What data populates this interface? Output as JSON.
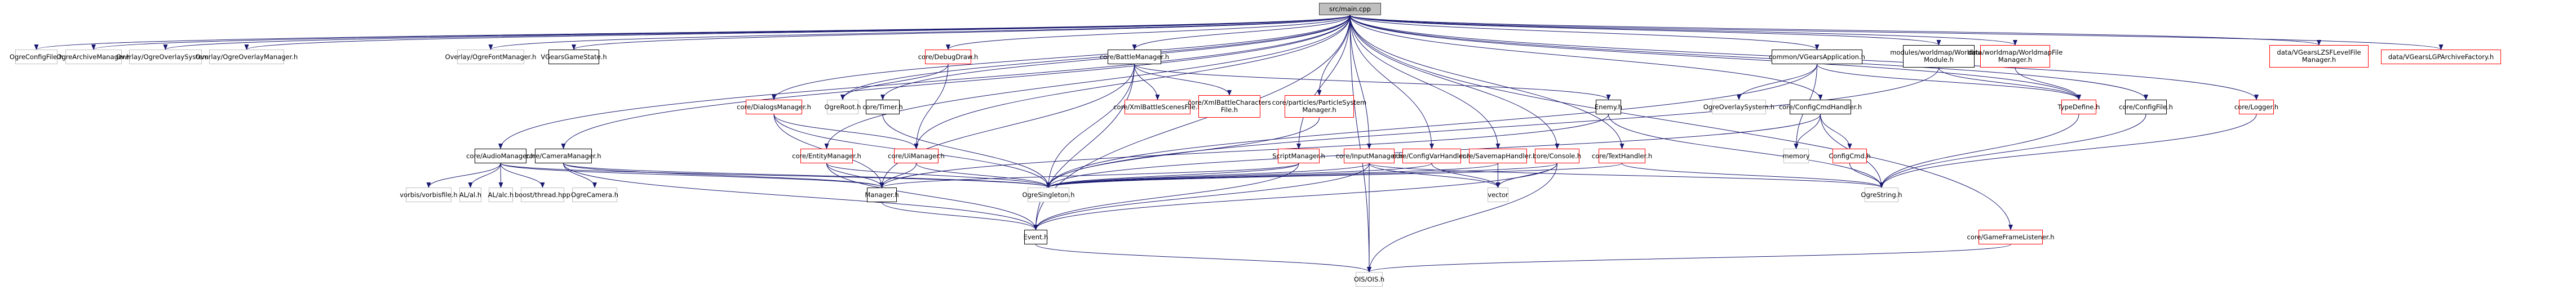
{
  "graph": {
    "title": "src/main.cpp",
    "colors": {
      "edge": "#191970",
      "root_fill": "#bfbfbf",
      "documented_border": "#000000",
      "external_border": "#bfbfbf",
      "truncated_border": "#ff0000"
    },
    "nodes": [
      {
        "id": "main",
        "label": "src/main.cpp",
        "kind": "root"
      },
      {
        "id": "OgreConfigFile",
        "label": "OgreConfigFile.h",
        "kind": "ext"
      },
      {
        "id": "OgreArchiveManager",
        "label": "OgreArchiveManager.h",
        "kind": "ext"
      },
      {
        "id": "OgreOverlaySystemOv",
        "label": "Overlay/OgreOverlaySystem.h",
        "kind": "ext"
      },
      {
        "id": "OgreOverlayManager",
        "label": "Overlay/OgreOverlayManager.h",
        "kind": "ext"
      },
      {
        "id": "OgreFontManager",
        "label": "Overlay/OgreFontManager.h",
        "kind": "ext"
      },
      {
        "id": "VGearsGameState",
        "label": "VGearsGameState.h",
        "kind": "doc"
      },
      {
        "id": "DebugDraw",
        "label": "core/DebugDraw.h",
        "kind": "trunc"
      },
      {
        "id": "BattleManager",
        "label": "core/BattleManager.h",
        "kind": "doc"
      },
      {
        "id": "VGearsApplication",
        "label": "common/VGearsApplication.h",
        "kind": "doc"
      },
      {
        "id": "WorldmapModule",
        "label": "modules/worldmap/Worldmap\nModule.h",
        "kind": "doc"
      },
      {
        "id": "WorldmapFileManager",
        "label": "data/worldmap/WorldmapFile\nManager.h",
        "kind": "trunc"
      },
      {
        "id": "LZSFLevelFileManager",
        "label": "data/VGearsLZSFLevelFile\nManager.h",
        "kind": "trunc"
      },
      {
        "id": "LGPArchiveFactory",
        "label": "data/VGearsLGPArchiveFactory.h",
        "kind": "trunc"
      },
      {
        "id": "DialogsManager",
        "label": "core/DialogsManager.h",
        "kind": "trunc"
      },
      {
        "id": "OgreRoot",
        "label": "OgreRoot.h",
        "kind": "ext"
      },
      {
        "id": "Timer",
        "label": "core/Timer.h",
        "kind": "doc"
      },
      {
        "id": "XmlBattleScenesFile",
        "label": "core/XmlBattleScenesFile.h",
        "kind": "trunc"
      },
      {
        "id": "XmlBattleCharactersFile",
        "label": "core/XmlBattleCharacters\nFile.h",
        "kind": "trunc"
      },
      {
        "id": "ParticleSystemManager",
        "label": "core/particles/ParticleSystem\nManager.h",
        "kind": "trunc"
      },
      {
        "id": "Enemy",
        "label": "Enemy.h",
        "kind": "doc"
      },
      {
        "id": "OgreOverlaySystem",
        "label": "OgreOverlaySystem.h",
        "kind": "ext"
      },
      {
        "id": "ConfigCmdHandler",
        "label": "core/ConfigCmdHandler.h",
        "kind": "doc"
      },
      {
        "id": "TypeDefine",
        "label": "TypeDefine.h",
        "kind": "trunc"
      },
      {
        "id": "ConfigFile",
        "label": "core/ConfigFile.h",
        "kind": "doc"
      },
      {
        "id": "Logger",
        "label": "core/Logger.h",
        "kind": "trunc"
      },
      {
        "id": "AudioManager",
        "label": "core/AudioManager.h",
        "kind": "doc"
      },
      {
        "id": "CameraManager",
        "label": "core/CameraManager.h",
        "kind": "doc"
      },
      {
        "id": "EntityManager",
        "label": "core/EntityManager.h",
        "kind": "trunc"
      },
      {
        "id": "UiManager",
        "label": "core/UiManager.h",
        "kind": "trunc"
      },
      {
        "id": "ScriptManager",
        "label": "ScriptManager.h",
        "kind": "trunc"
      },
      {
        "id": "InputManager",
        "label": "core/InputManager.h",
        "kind": "trunc"
      },
      {
        "id": "ConfigVarHandler",
        "label": "core/ConfigVarHandler.h",
        "kind": "trunc"
      },
      {
        "id": "SavemapHandler",
        "label": "core/SavemapHandler.h",
        "kind": "trunc"
      },
      {
        "id": "Console",
        "label": "core/Console.h",
        "kind": "trunc"
      },
      {
        "id": "TextHandler",
        "label": "core/TextHandler.h",
        "kind": "trunc"
      },
      {
        "id": "memory",
        "label": "memory",
        "kind": "ext"
      },
      {
        "id": "ConfigCmd",
        "label": "ConfigCmd.h",
        "kind": "trunc"
      },
      {
        "id": "vorbisfile",
        "label": "vorbis/vorbisfile.h",
        "kind": "ext"
      },
      {
        "id": "al",
        "label": "AL/al.h",
        "kind": "ext"
      },
      {
        "id": "alc",
        "label": "AL/alc.h",
        "kind": "ext"
      },
      {
        "id": "boostthread",
        "label": "boost/thread.hpp",
        "kind": "ext"
      },
      {
        "id": "OgreCamera",
        "label": "OgreCamera.h",
        "kind": "ext"
      },
      {
        "id": "Manager",
        "label": "Manager.h",
        "kind": "doc"
      },
      {
        "id": "OgreSingleton",
        "label": "OgreSingleton.h",
        "kind": "ext"
      },
      {
        "id": "vector",
        "label": "vector",
        "kind": "ext"
      },
      {
        "id": "OgreString",
        "label": "OgreString.h",
        "kind": "ext"
      },
      {
        "id": "Event",
        "label": "Event.h",
        "kind": "doc"
      },
      {
        "id": "OIS",
        "label": "OIS/OIS.h",
        "kind": "ext"
      },
      {
        "id": "GameFrameListener",
        "label": "core/GameFrameListener.h",
        "kind": "trunc"
      }
    ],
    "edges": [
      [
        "main",
        "OgreConfigFile"
      ],
      [
        "main",
        "OgreArchiveManager"
      ],
      [
        "main",
        "OgreOverlaySystemOv"
      ],
      [
        "main",
        "OgreOverlayManager"
      ],
      [
        "main",
        "OgreFontManager"
      ],
      [
        "main",
        "VGearsGameState"
      ],
      [
        "main",
        "DebugDraw"
      ],
      [
        "main",
        "BattleManager"
      ],
      [
        "main",
        "VGearsApplication"
      ],
      [
        "main",
        "WorldmapModule"
      ],
      [
        "main",
        "WorldmapFileManager"
      ],
      [
        "main",
        "LZSFLevelFileManager"
      ],
      [
        "main",
        "LGPArchiveFactory"
      ],
      [
        "main",
        "DialogsManager"
      ],
      [
        "main",
        "OgreRoot"
      ],
      [
        "main",
        "Timer"
      ],
      [
        "main",
        "ParticleSystemManager"
      ],
      [
        "main",
        "AudioManager"
      ],
      [
        "main",
        "CameraManager"
      ],
      [
        "main",
        "EntityManager"
      ],
      [
        "main",
        "UiManager"
      ],
      [
        "main",
        "ScriptManager"
      ],
      [
        "main",
        "InputManager"
      ],
      [
        "main",
        "ConfigVarHandler"
      ],
      [
        "main",
        "SavemapHandler"
      ],
      [
        "main",
        "Console"
      ],
      [
        "main",
        "TextHandler"
      ],
      [
        "main",
        "ConfigCmdHandler"
      ],
      [
        "main",
        "ConfigFile"
      ],
      [
        "main",
        "Logger"
      ],
      [
        "main",
        "OIS"
      ],
      [
        "main",
        "GameFrameListener"
      ],
      [
        "main",
        "Event"
      ],
      [
        "main",
        "TypeDefine"
      ],
      [
        "DebugDraw",
        "OgreRoot"
      ],
      [
        "DebugDraw",
        "UiManager"
      ],
      [
        "BattleManager",
        "XmlBattleScenesFile"
      ],
      [
        "BattleManager",
        "XmlBattleCharactersFile"
      ],
      [
        "BattleManager",
        "Enemy"
      ],
      [
        "BattleManager",
        "Manager"
      ],
      [
        "BattleManager",
        "OgreSingleton"
      ],
      [
        "BattleManager",
        "Event"
      ],
      [
        "VGearsApplication",
        "OgreOverlaySystem"
      ],
      [
        "VGearsApplication",
        "memory"
      ],
      [
        "VGearsApplication",
        "TypeDefine"
      ],
      [
        "VGearsApplication",
        "OgreSingleton"
      ],
      [
        "WorldmapModule",
        "TypeDefine"
      ],
      [
        "WorldmapModule",
        "OgreSingleton"
      ],
      [
        "WorldmapFileManager",
        "TypeDefine"
      ],
      [
        "DialogsManager",
        "UiManager"
      ],
      [
        "DialogsManager",
        "Manager"
      ],
      [
        "DialogsManager",
        "OgreSingleton"
      ],
      [
        "Timer",
        "OgreSingleton"
      ],
      [
        "ParticleSystemManager",
        "OgreSingleton"
      ],
      [
        "Enemy",
        "OgreString"
      ],
      [
        "Enemy",
        "Manager"
      ],
      [
        "ConfigCmdHandler",
        "memory"
      ],
      [
        "ConfigCmdHandler",
        "ConfigCmd"
      ],
      [
        "ConfigCmdHandler",
        "OgreString"
      ],
      [
        "ConfigCmdHandler",
        "OgreSingleton"
      ],
      [
        "TypeDefine",
        "OgreString"
      ],
      [
        "ConfigFile",
        "OgreString"
      ],
      [
        "Logger",
        "OgreString"
      ],
      [
        "ConfigCmd",
        "OgreString"
      ],
      [
        "AudioManager",
        "vorbisfile"
      ],
      [
        "AudioManager",
        "al"
      ],
      [
        "AudioManager",
        "alc"
      ],
      [
        "AudioManager",
        "boostthread"
      ],
      [
        "AudioManager",
        "OgreSingleton"
      ],
      [
        "AudioManager",
        "Manager"
      ],
      [
        "CameraManager",
        "OgreCamera"
      ],
      [
        "CameraManager",
        "Manager"
      ],
      [
        "CameraManager",
        "OgreSingleton"
      ],
      [
        "CameraManager",
        "Event"
      ],
      [
        "EntityManager",
        "Manager"
      ],
      [
        "EntityManager",
        "OgreSingleton"
      ],
      [
        "EntityManager",
        "Event"
      ],
      [
        "UiManager",
        "Manager"
      ],
      [
        "UiManager",
        "OgreSingleton"
      ],
      [
        "ScriptManager",
        "Manager"
      ],
      [
        "ScriptManager",
        "OgreSingleton"
      ],
      [
        "ScriptManager",
        "Event"
      ],
      [
        "InputManager",
        "OIS"
      ],
      [
        "InputManager",
        "OgreSingleton"
      ],
      [
        "InputManager",
        "vector"
      ],
      [
        "InputManager",
        "Event"
      ],
      [
        "InputManager",
        "OgreString"
      ],
      [
        "ConfigVarHandler",
        "vector"
      ],
      [
        "ConfigVarHandler",
        "OgreSingleton"
      ],
      [
        "SavemapHandler",
        "vector"
      ],
      [
        "SavemapHandler",
        "OgreSingleton"
      ],
      [
        "Console",
        "vector"
      ],
      [
        "Console",
        "OgreSingleton"
      ],
      [
        "Console",
        "OIS"
      ],
      [
        "Console",
        "Event"
      ],
      [
        "TextHandler",
        "OgreString"
      ],
      [
        "TextHandler",
        "OgreSingleton"
      ],
      [
        "Manager",
        "Event"
      ],
      [
        "Event",
        "OIS"
      ],
      [
        "GameFrameListener",
        "OIS"
      ]
    ]
  }
}
